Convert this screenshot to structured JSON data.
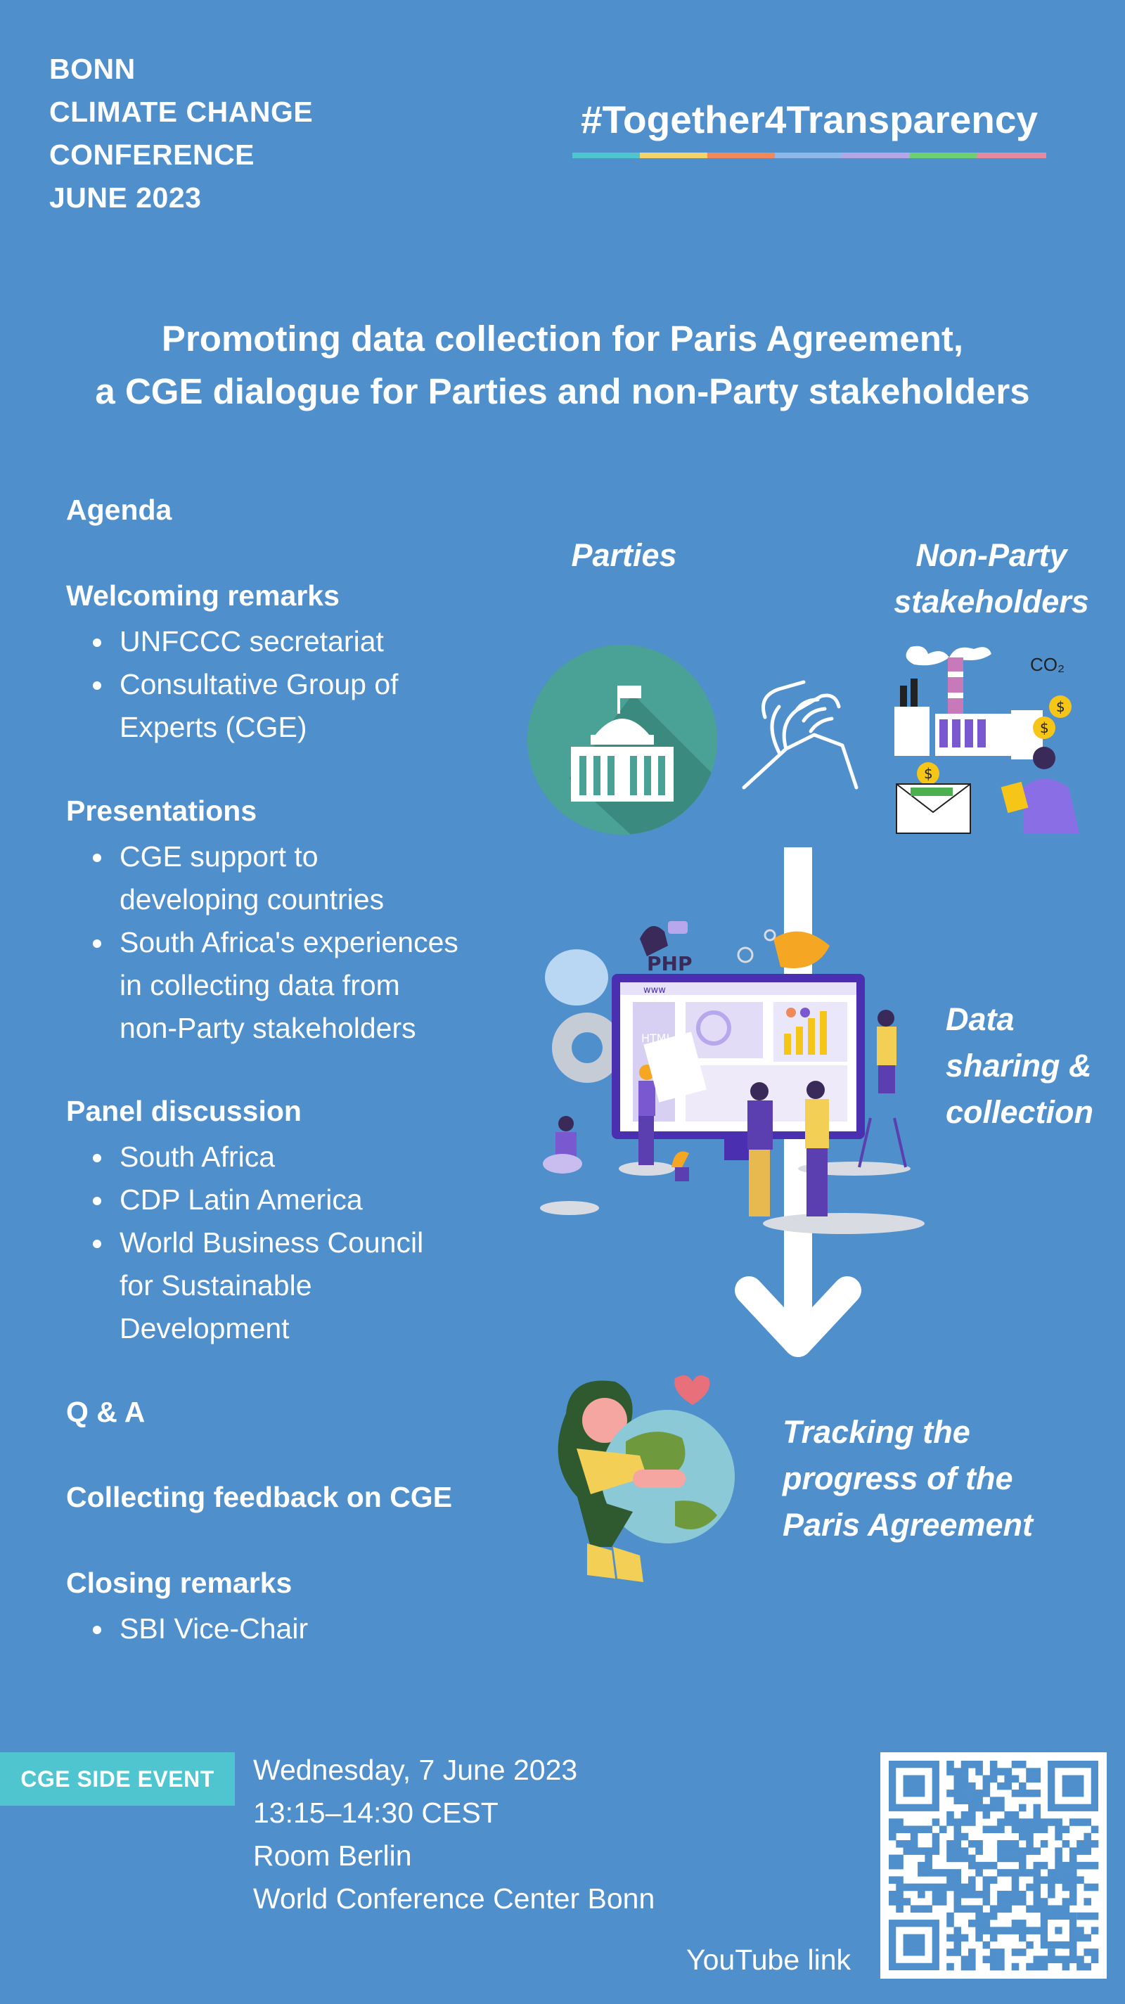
{
  "conference": {
    "lines": [
      "BONN",
      "CLIMATE CHANGE",
      "CONFERENCE",
      "JUNE 2023"
    ]
  },
  "hashtag": {
    "text": "#Together4Transparency",
    "bar_colors": [
      "#4fc6cf",
      "#f3d46b",
      "#f08a5d",
      "#8fb8ea",
      "#b4a7e6",
      "#6fcf73",
      "#e58aa0"
    ]
  },
  "title": {
    "line1": "Promoting data collection for Paris Agreement,",
    "line2": "a CGE dialogue for Parties and non-Party stakeholders"
  },
  "agenda": {
    "heading": "Agenda",
    "welcoming": {
      "heading": "Welcoming remarks",
      "items": [
        "UNFCCC secretariat",
        "Consultative Group of",
        "Experts (CGE)"
      ]
    },
    "presentations": {
      "heading": "Presentations",
      "items": [
        "CGE support to",
        "developing countries",
        "South Africa's experiences",
        "in collecting data from",
        "non-Party stakeholders"
      ]
    },
    "panel": {
      "heading": "Panel discussion",
      "items": [
        "South Africa",
        "CDP Latin America",
        "World Business Council",
        "for Sustainable",
        "Development"
      ]
    },
    "qa": "Q & A",
    "feedback": "Collecting feedback on CGE",
    "closing": {
      "heading": "Closing remarks",
      "items": [
        "SBI Vice-Chair"
      ]
    }
  },
  "diagram": {
    "parties": "Parties",
    "non_party_1": "Non-Party",
    "non_party_2": "stakeholders",
    "co2": "CO₂",
    "data_1": "Data",
    "data_2": "sharing &",
    "data_3": "collection",
    "track_1": "Tracking the",
    "track_2": "progress of the",
    "track_3": "Paris Agreement",
    "screen_url": "www",
    "html_label": "HTML",
    "php_label": "PHP"
  },
  "event": {
    "badge": "CGE SIDE EVENT",
    "date": "Wednesday, 7 June 2023",
    "time": "13:15–14:30 CEST",
    "room": "Room Berlin",
    "venue": "World Conference Center Bonn",
    "youtube": "YouTube link"
  },
  "colors": {
    "background": "#4f8fcc",
    "accent_teal": "#4fc6cf",
    "circle_green": "#4aa196",
    "purple": "#5b3fb0"
  }
}
